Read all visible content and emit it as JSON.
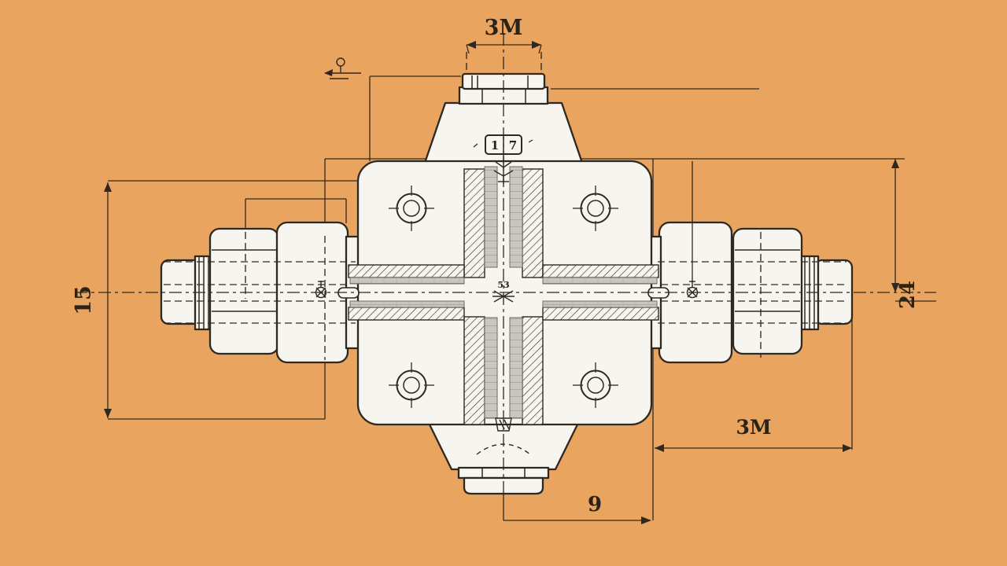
{
  "drawing": {
    "kind": "technical cross-section drawing of a four-way cross pipe fitting",
    "colors": {
      "background": "#e9a45f",
      "body": "#f7f5f0",
      "line": "#2e2820",
      "sleeve_gray": "#c9c6bf",
      "hatch": "#3a332a"
    },
    "labels": {
      "top_dim": "3M",
      "left_dim": "15",
      "right_dim": "24",
      "bottom_right_dim": "3M",
      "bottom_dim": "9",
      "port_tag_left": "1",
      "port_tag_right": "7",
      "center_mark": "53"
    }
  }
}
